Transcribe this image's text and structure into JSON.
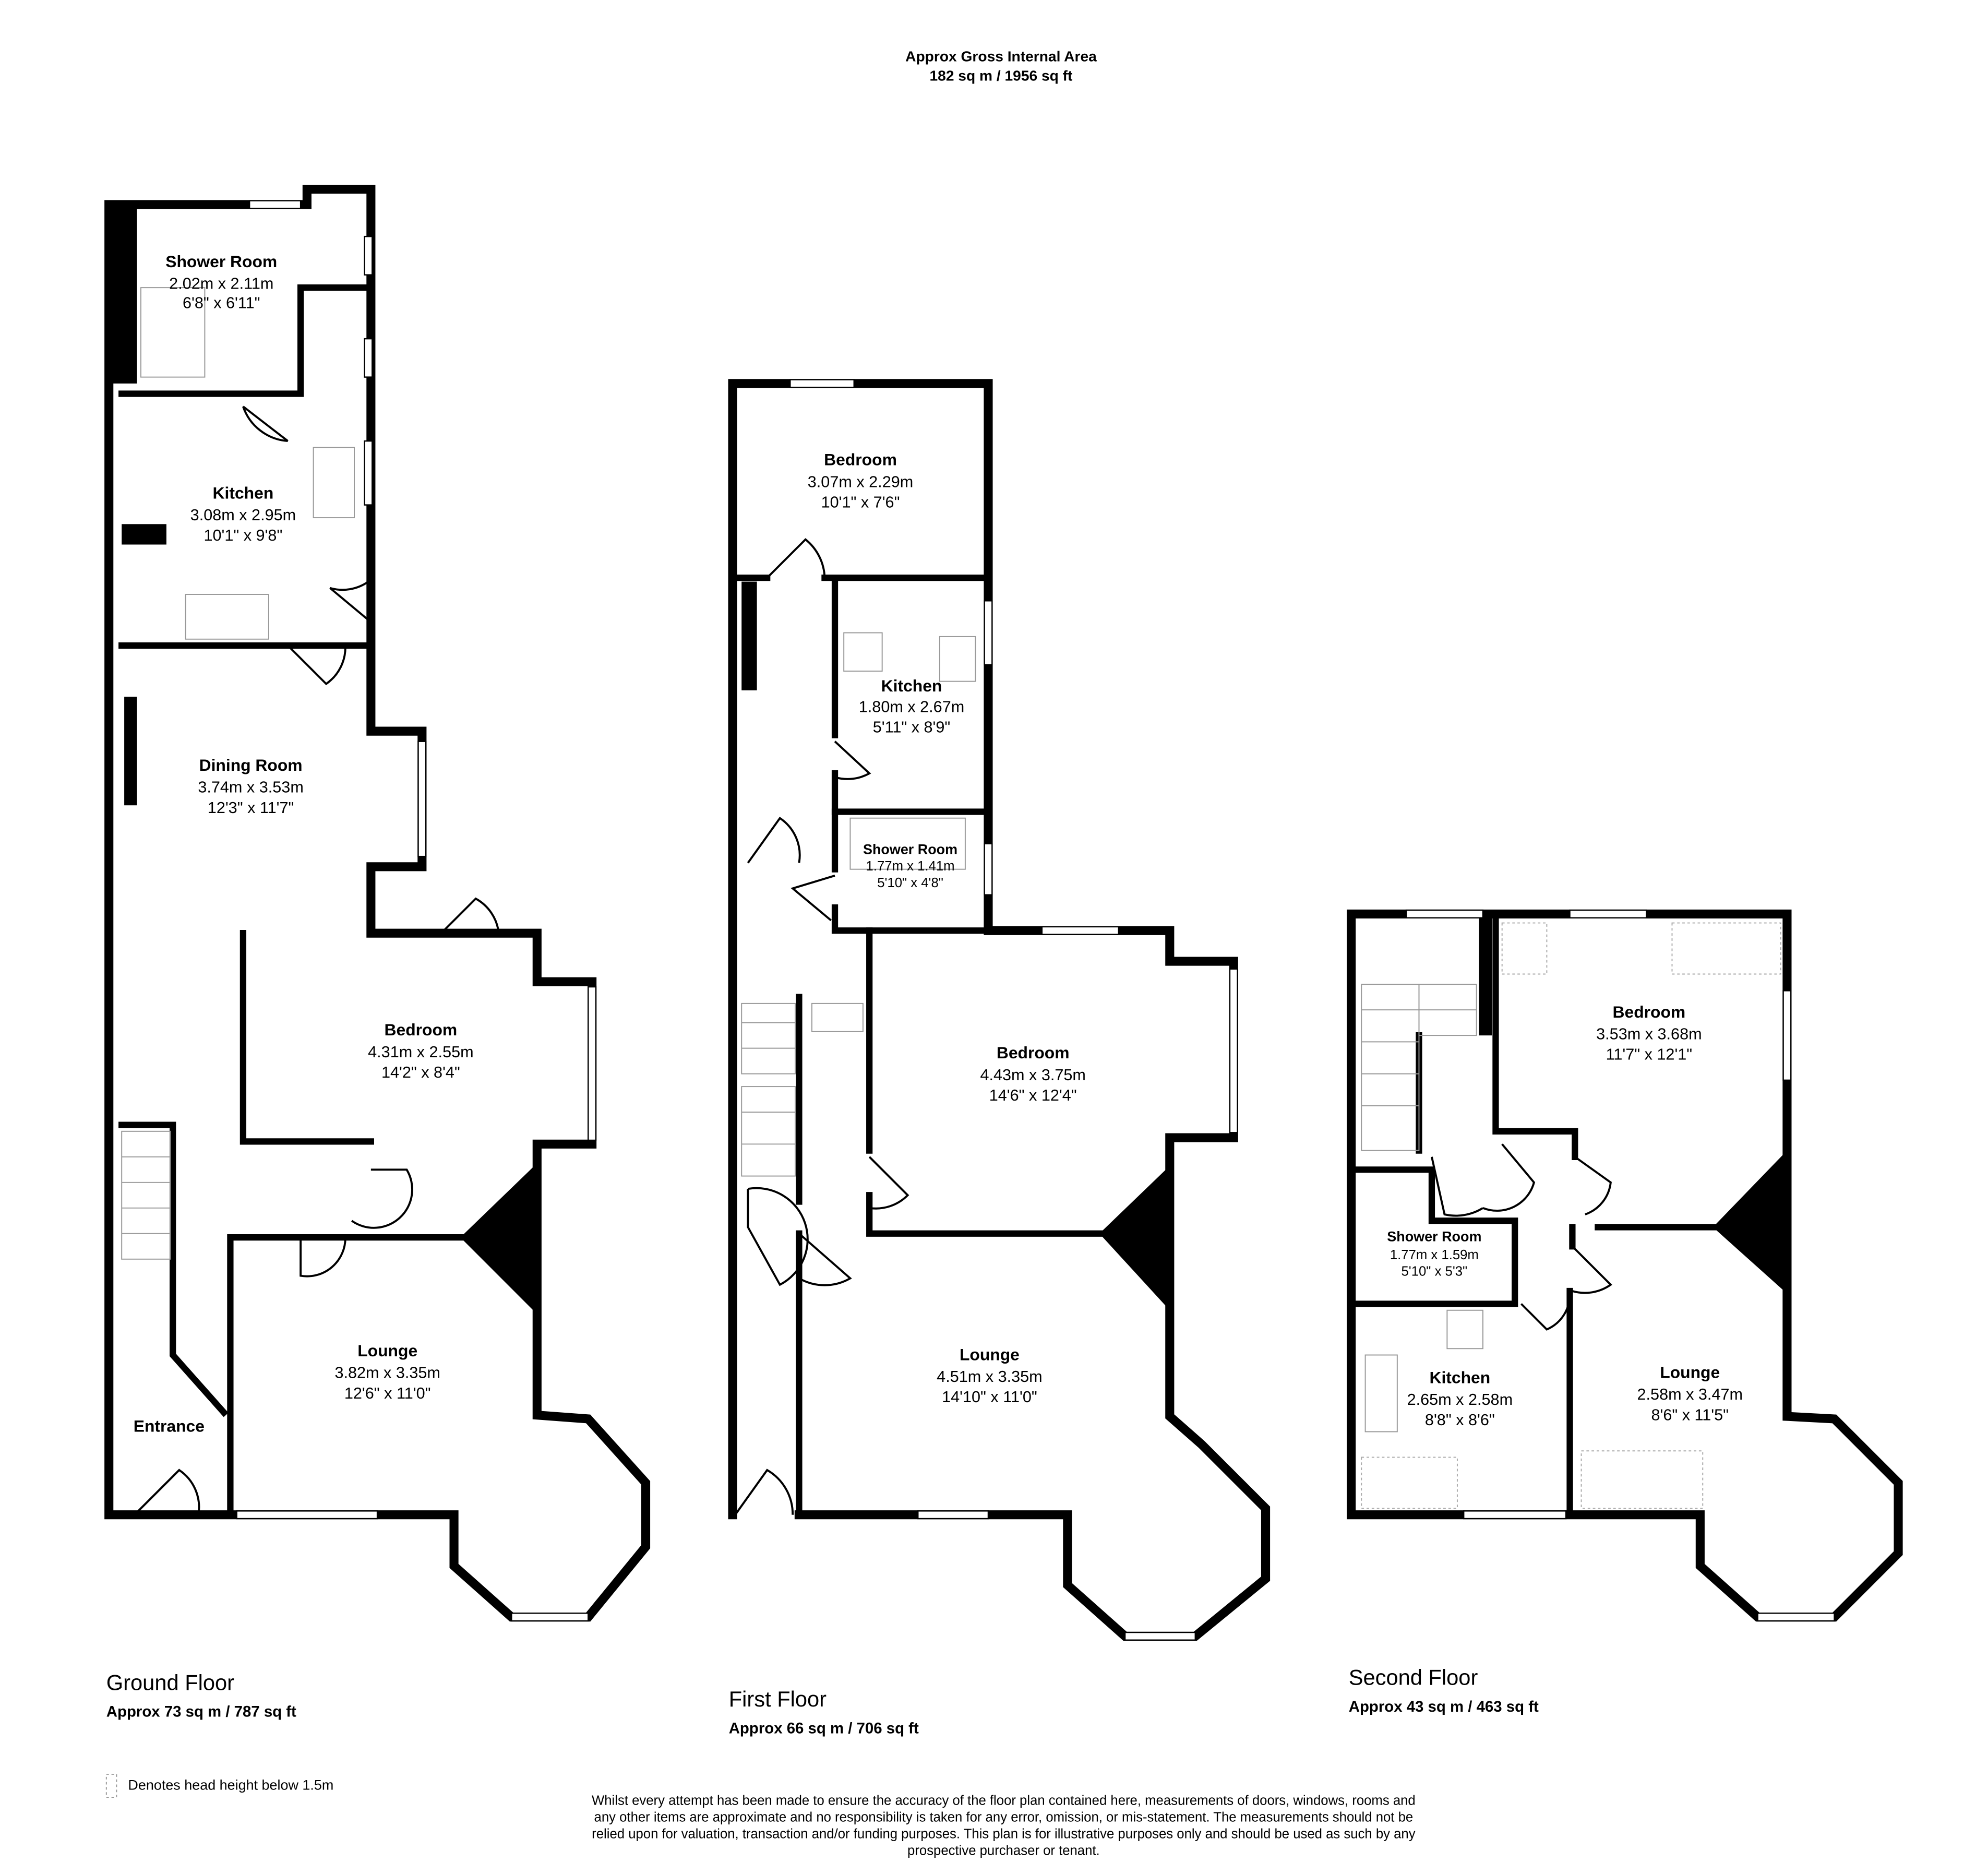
{
  "header": {
    "title": "Approx Gross Internal Area",
    "area": "182 sq m / 1956 sq ft"
  },
  "floors": [
    {
      "name": "Ground Floor",
      "area": "Approx 73 sq m / 787 sq ft",
      "rooms": [
        {
          "name": "Shower Room",
          "metric": "2.02m x 2.11m",
          "imperial": "6'8\" x 6'11\""
        },
        {
          "name": "Kitchen",
          "metric": "3.08m x 2.95m",
          "imperial": "10'1\" x 9'8\""
        },
        {
          "name": "Dining Room",
          "metric": "3.74m x 3.53m",
          "imperial": "12'3\" x 11'7\""
        },
        {
          "name": "Bedroom",
          "metric": "4.31m x 2.55m",
          "imperial": "14'2\" x 8'4\""
        },
        {
          "name": "Lounge",
          "metric": "3.82m x 3.35m",
          "imperial": "12'6\" x 11'0\""
        },
        {
          "name": "Entrance"
        }
      ]
    },
    {
      "name": "First Floor",
      "area": "Approx 66 sq m / 706 sq ft",
      "rooms": [
        {
          "name": "Bedroom",
          "metric": "3.07m x 2.29m",
          "imperial": "10'1\" x 7'6\""
        },
        {
          "name": "Kitchen",
          "metric": "1.80m x 2.67m",
          "imperial": "5'11\" x 8'9\""
        },
        {
          "name": "Shower Room",
          "metric": "1.77m x 1.41m",
          "imperial": "5'10\" x 4'8\""
        },
        {
          "name": "Bedroom",
          "metric": "4.43m x 3.75m",
          "imperial": "14'6\" x 12'4\""
        },
        {
          "name": "Lounge",
          "metric": "4.51m x 3.35m",
          "imperial": "14'10\" x 11'0\""
        }
      ]
    },
    {
      "name": "Second Floor",
      "area": "Approx 43 sq m / 463 sq ft",
      "rooms": [
        {
          "name": "Bedroom",
          "metric": "3.53m x 3.68m",
          "imperial": "11'7\" x 12'1\""
        },
        {
          "name": "Shower Room",
          "metric": "1.77m x 1.59m",
          "imperial": "5'10\" x 5'3\""
        },
        {
          "name": "Kitchen",
          "metric": "2.65m x 2.58m",
          "imperial": "8'8\" x 8'6\""
        },
        {
          "name": "Lounge",
          "metric": "2.58m x 3.47m",
          "imperial": "8'6\" x 11'5\""
        }
      ]
    }
  ],
  "legend": {
    "label": "Denotes head height below 1.5m"
  },
  "disclaimer": [
    "Whilst every attempt has been made to ensure the accuracy of the floor plan contained here, measurements of doors, windows, rooms and",
    "any other items are approximate and no responsibility is taken for any error, omission, or mis-statement. The measurements should not be",
    "relied upon for valuation, transaction and/or funding purposes. This plan is for illustrative purposes only and should be used as such by any",
    "prospective purchaser or tenant."
  ]
}
